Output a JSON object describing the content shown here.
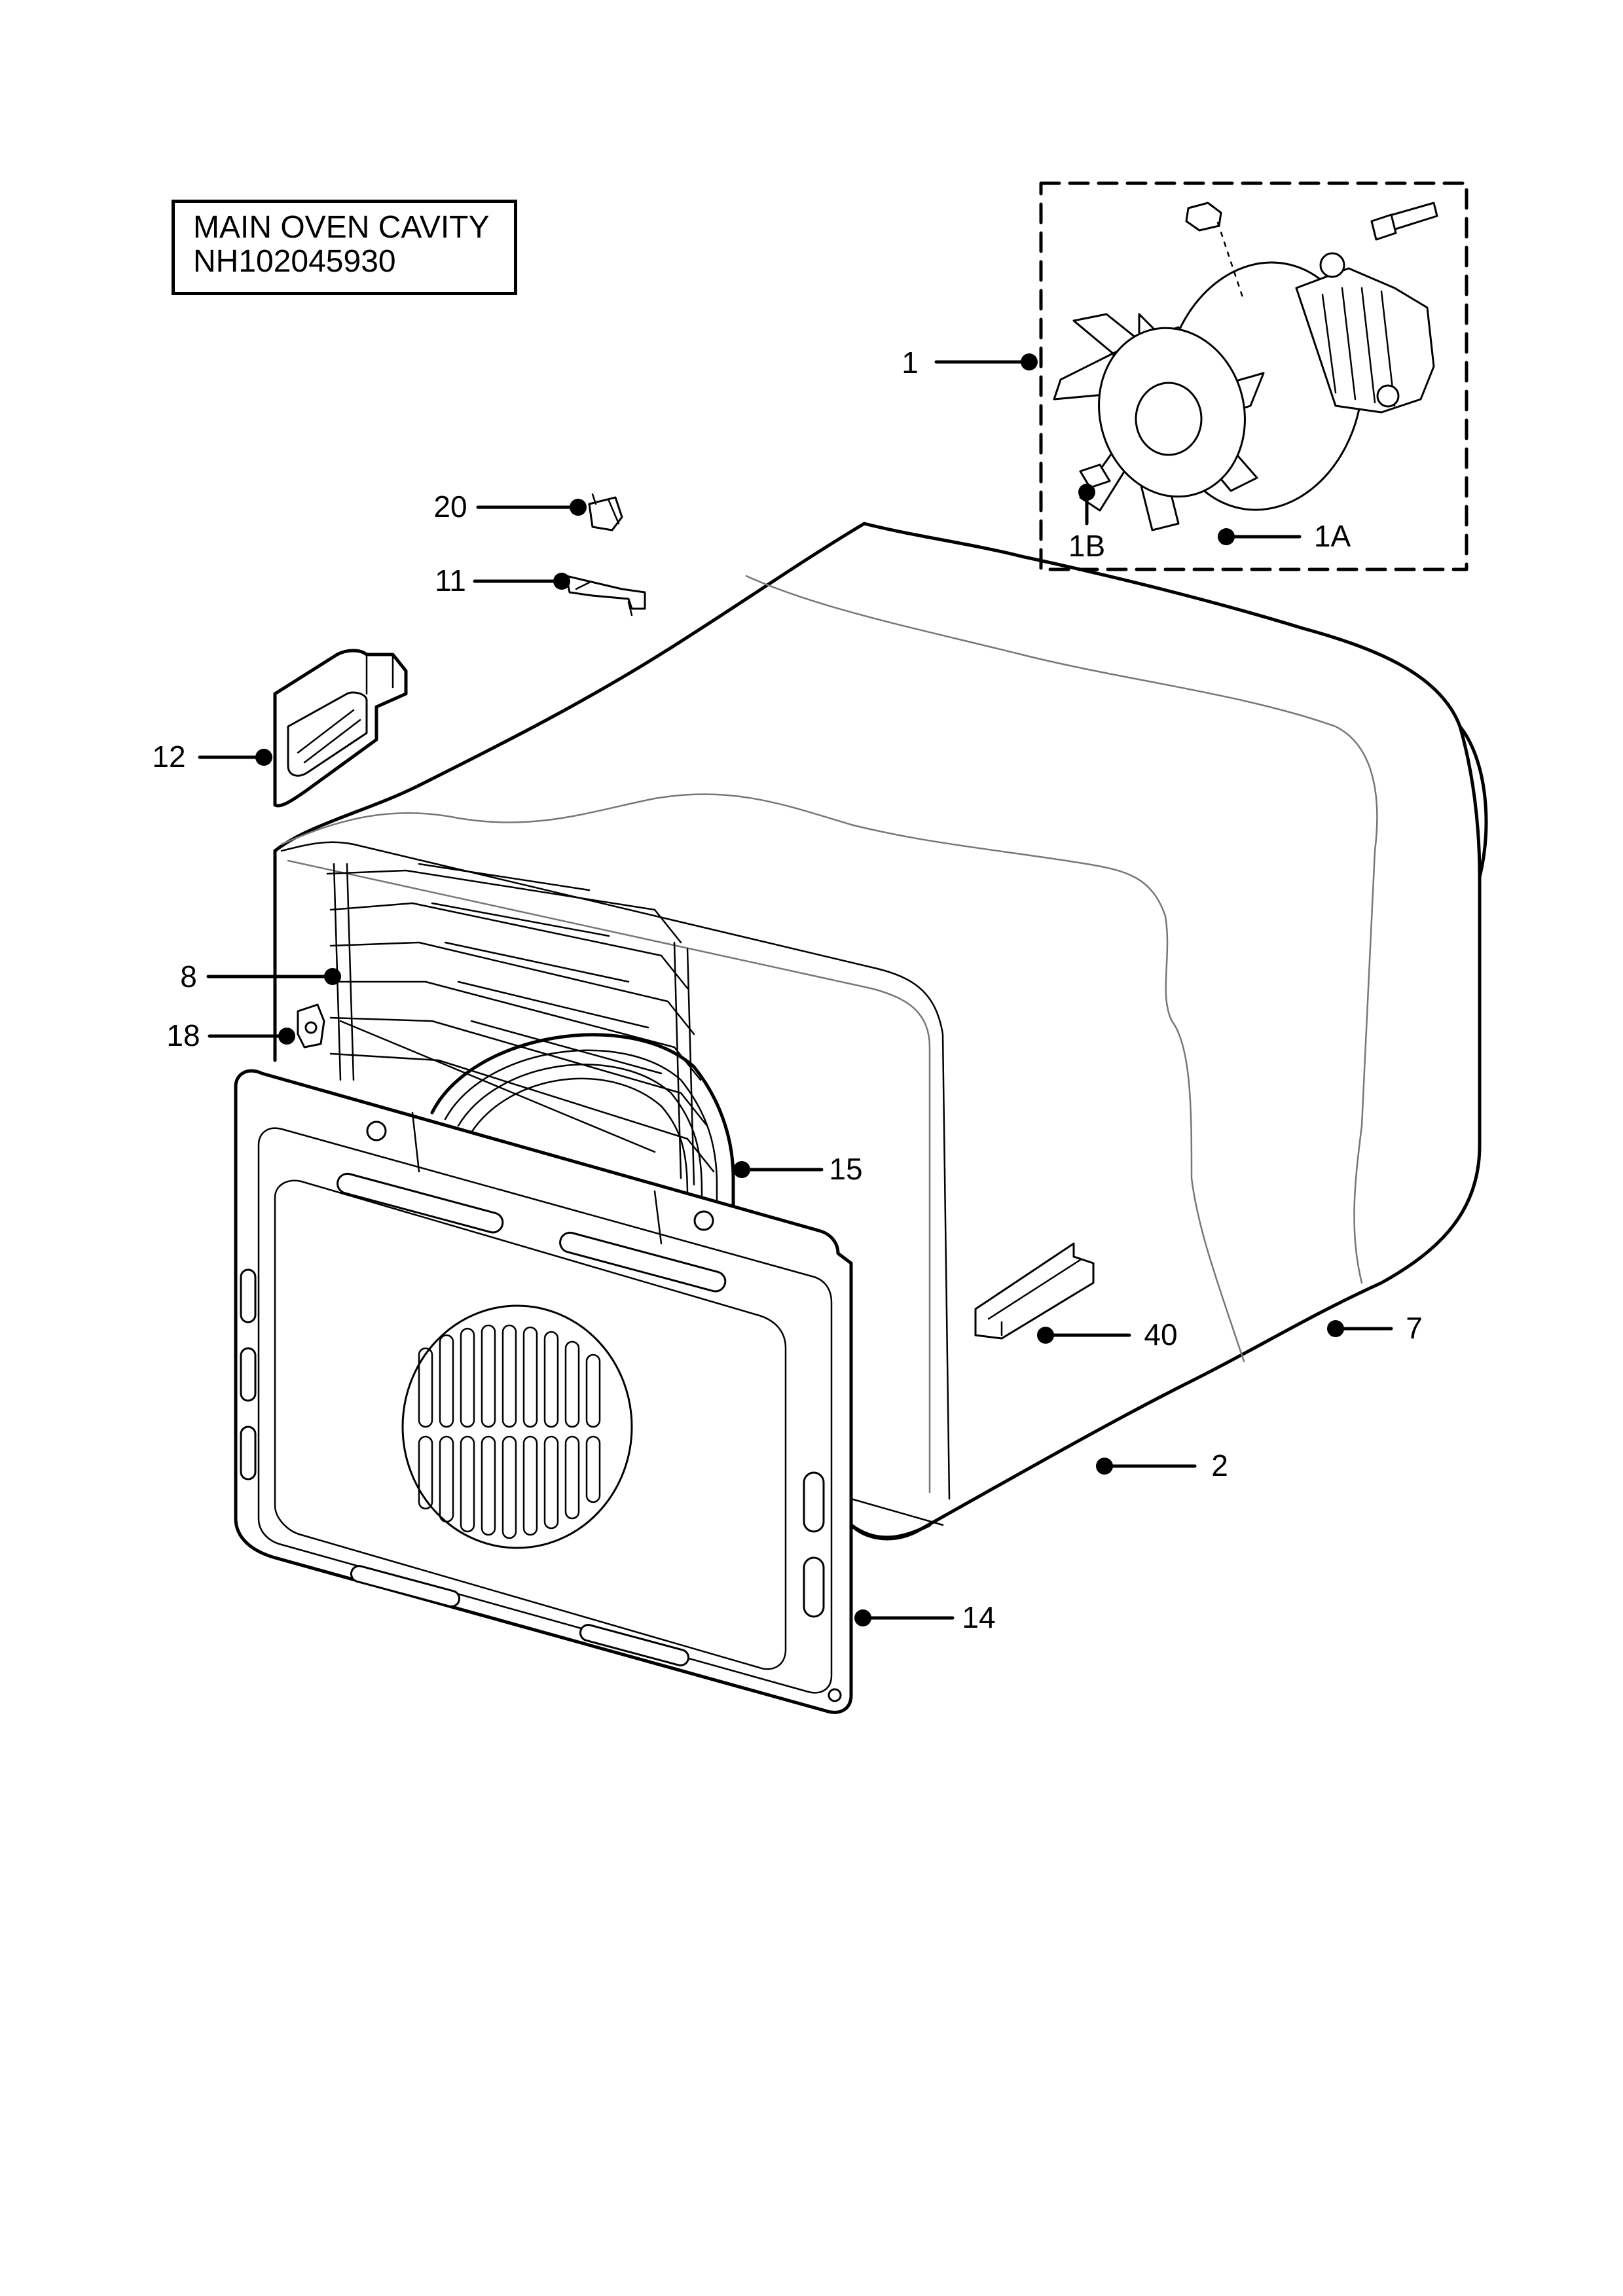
{
  "title": {
    "line1": "MAIN OVEN CAVITY",
    "line2": "NH102045930"
  },
  "callouts": {
    "c1": "1",
    "c1A": "1A",
    "c1B": "1B",
    "c20": "20",
    "c11": "11",
    "c12": "12",
    "c8": "8",
    "c18": "18",
    "c15": "15",
    "c14": "14",
    "c40": "40",
    "c7": "7",
    "c2": "2"
  }
}
